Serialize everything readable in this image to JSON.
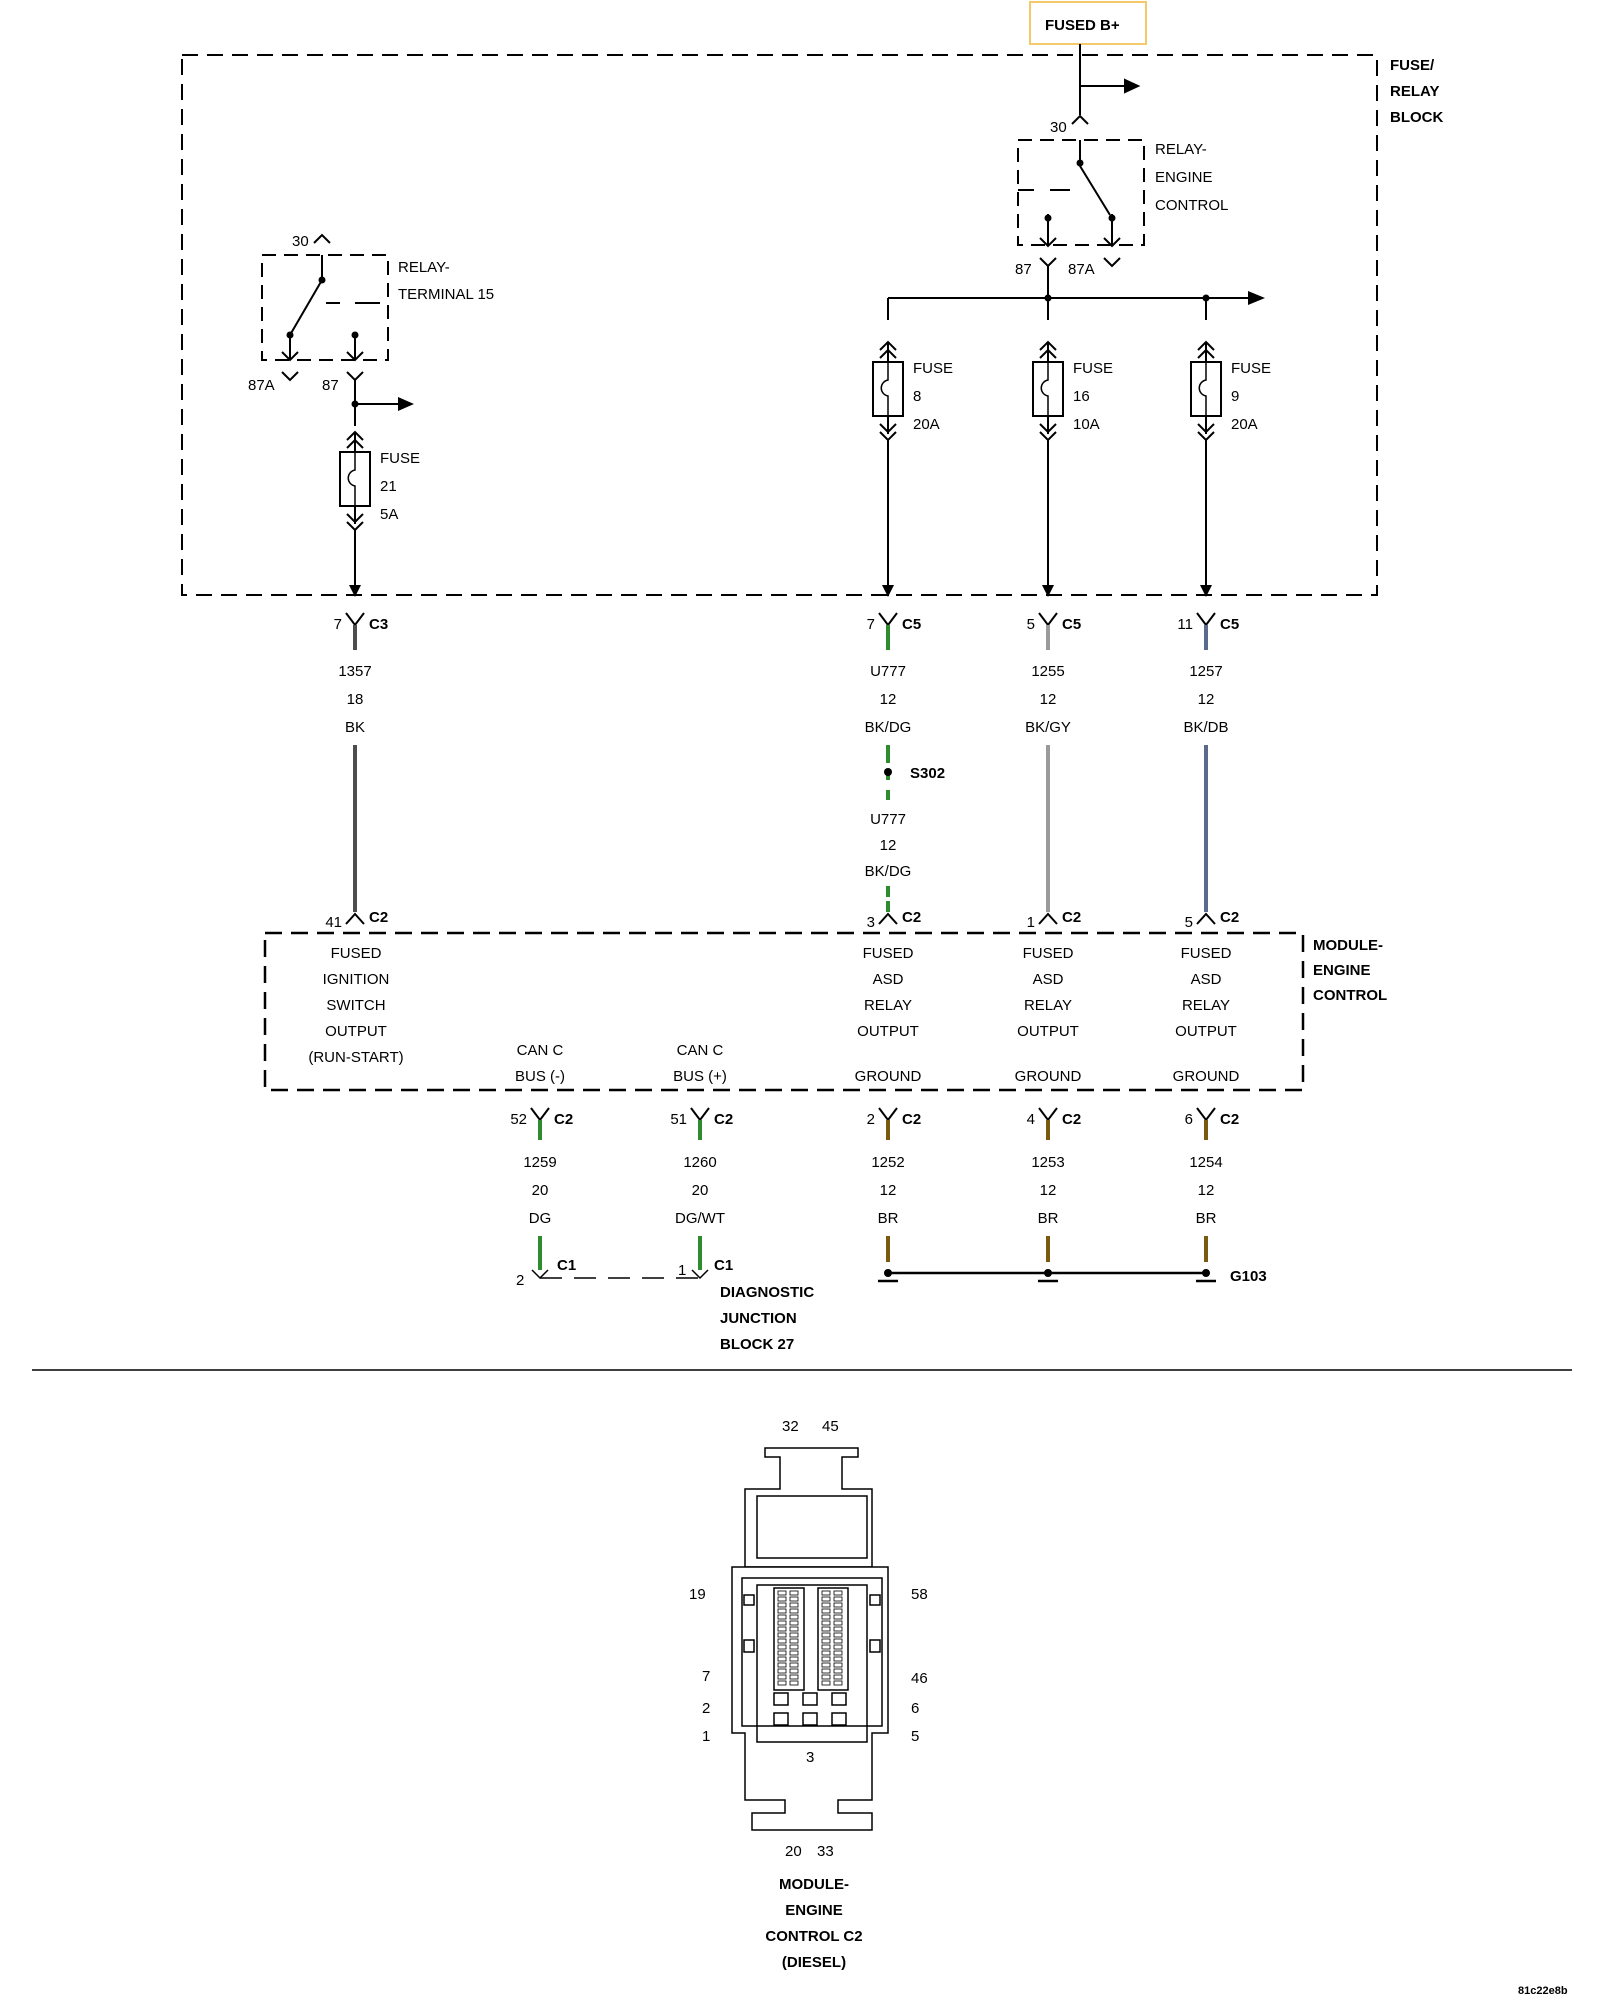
{
  "colors": {
    "bk": "#4d4d4d",
    "dg": "#2e8b2e",
    "gy": "#9a9a9a",
    "db": "#5a6a8c",
    "br": "#7a5a0e",
    "fused_box": "#f3c96a"
  },
  "source": {
    "label": "FUSED B+"
  },
  "fuse_relay_block": {
    "label_lines": [
      "FUSE/",
      "RELAY",
      "BLOCK"
    ]
  },
  "relay_engine_control": {
    "label_lines": [
      "RELAY-",
      "ENGINE",
      "CONTROL"
    ],
    "pin_30": "30",
    "pin_87": "87",
    "pin_87a": "87A"
  },
  "relay_terminal_15": {
    "label_lines": [
      "RELAY-",
      "TERMINAL 15"
    ],
    "pin_30": "30",
    "pin_87": "87",
    "pin_87a": "87A"
  },
  "fuses": [
    {
      "lines": [
        "FUSE",
        "21",
        "5A"
      ]
    },
    {
      "lines": [
        "FUSE",
        "8",
        "20A"
      ]
    },
    {
      "lines": [
        "FUSE",
        "16",
        "10A"
      ]
    },
    {
      "lines": [
        "FUSE",
        "9",
        "20A"
      ]
    }
  ],
  "upper_connectors": [
    {
      "pin": "7",
      "conn": "C3"
    },
    {
      "pin": "7",
      "conn": "C5"
    },
    {
      "pin": "5",
      "conn": "C5"
    },
    {
      "pin": "11",
      "conn": "C5"
    }
  ],
  "upper_wires": [
    {
      "lines": [
        "1357",
        "18",
        "BK"
      ]
    },
    {
      "lines": [
        "U777",
        "12",
        "BK/DG"
      ]
    },
    {
      "lines": [
        "1255",
        "12",
        "BK/GY"
      ]
    },
    {
      "lines": [
        "1257",
        "12",
        "BK/DB"
      ]
    }
  ],
  "splice": {
    "label": "S302",
    "wire_lines": [
      "U777",
      "12",
      "BK/DG"
    ]
  },
  "module_top_connectors": [
    {
      "pin": "41",
      "conn": "C2"
    },
    {
      "pin": "3",
      "conn": "C2"
    },
    {
      "pin": "1",
      "conn": "C2"
    },
    {
      "pin": "5",
      "conn": "C2"
    }
  ],
  "module": {
    "label_lines": [
      "MODULE-",
      "ENGINE",
      "CONTROL"
    ],
    "functions": {
      "ignition": [
        "FUSED",
        "IGNITION",
        "SWITCH",
        "OUTPUT",
        "(RUN-START)"
      ],
      "asd_1": [
        "FUSED",
        "ASD",
        "RELAY",
        "OUTPUT"
      ],
      "asd_2": [
        "FUSED",
        "ASD",
        "RELAY",
        "OUTPUT"
      ],
      "asd_3": [
        "FUSED",
        "ASD",
        "RELAY",
        "OUTPUT"
      ],
      "can_minus": [
        "CAN C",
        "BUS (-)"
      ],
      "can_plus": [
        "CAN C",
        "BUS (+)"
      ],
      "ground_1": "GROUND",
      "ground_2": "GROUND",
      "ground_3": "GROUND"
    }
  },
  "lower_connectors": [
    {
      "pin": "52",
      "conn": "C2"
    },
    {
      "pin": "51",
      "conn": "C2"
    },
    {
      "pin": "2",
      "conn": "C2"
    },
    {
      "pin": "4",
      "conn": "C2"
    },
    {
      "pin": "6",
      "conn": "C2"
    }
  ],
  "lower_wires": [
    {
      "lines": [
        "1259",
        "20",
        "DG"
      ]
    },
    {
      "lines": [
        "1260",
        "20",
        "DG/WT"
      ]
    },
    {
      "lines": [
        "1252",
        "12",
        "BR"
      ]
    },
    {
      "lines": [
        "1253",
        "12",
        "BR"
      ]
    },
    {
      "lines": [
        "1254",
        "12",
        "BR"
      ]
    }
  ],
  "djb": {
    "pin_a": "2",
    "conn_a": "C1",
    "pin_b": "1",
    "conn_b": "C1",
    "label_lines": [
      "DIAGNOSTIC",
      "JUNCTION",
      "BLOCK 27"
    ]
  },
  "ground": {
    "label": "G103"
  },
  "connector_view": {
    "pins": [
      "32",
      "45",
      "19",
      "58",
      "7",
      "46",
      "2",
      "6",
      "1",
      "5",
      "3",
      "20",
      "33"
    ],
    "label_lines": [
      "MODULE-",
      "ENGINE",
      "CONTROL C2",
      "(DIESEL)"
    ]
  },
  "footer_code": "81c22e8b"
}
